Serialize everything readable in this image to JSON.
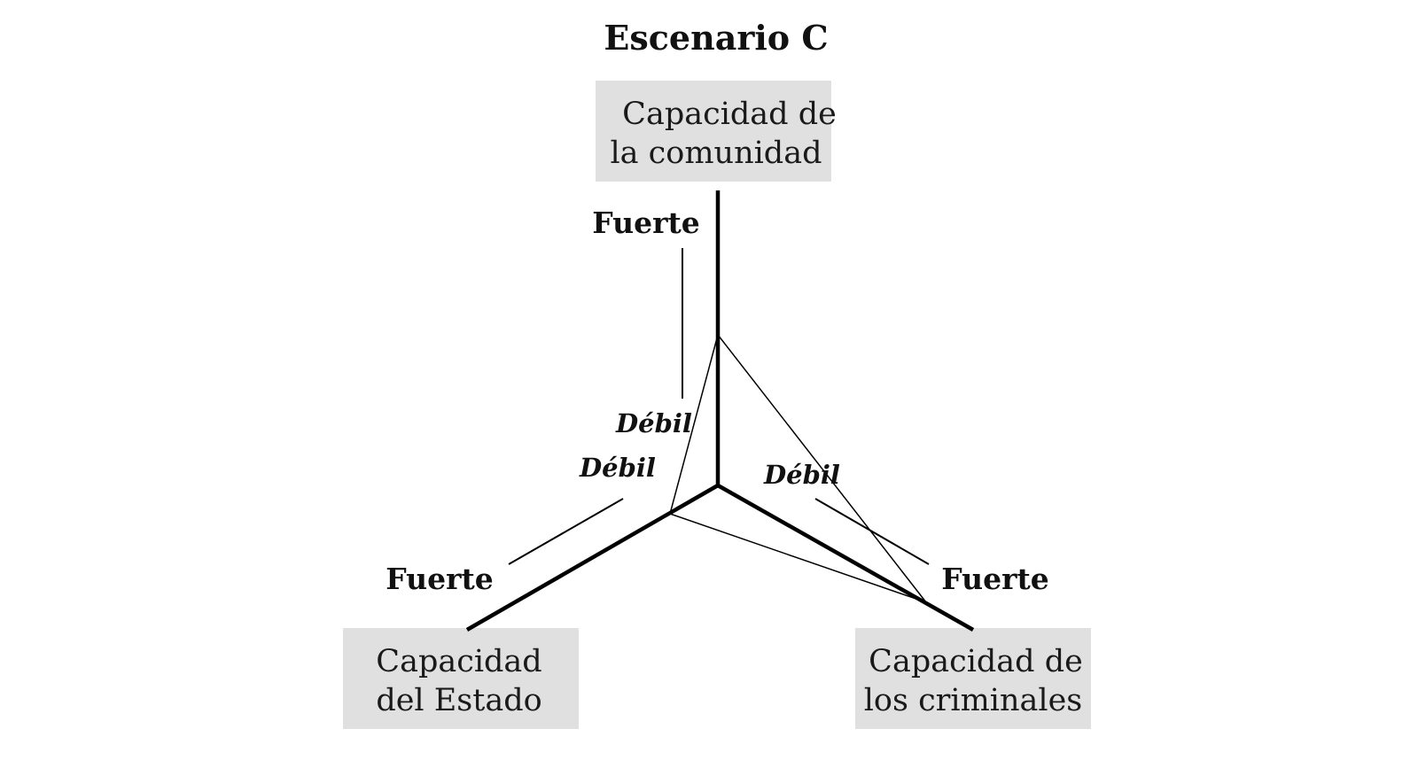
{
  "title": "Escenario C",
  "axes": {
    "community": {
      "label_lines": [
        "Capacidad de",
        "la comunidad"
      ],
      "strong_label": "Fuerte",
      "weak_label": "Débil"
    },
    "state": {
      "label_lines": [
        "Capacidad",
        "del Estado"
      ],
      "strong_label": "Fuerte",
      "weak_label": "Débil"
    },
    "criminals": {
      "label_lines": [
        "Capacidad de",
        "los criminales"
      ],
      "strong_label": "Fuerte",
      "weak_label": "Débil"
    }
  },
  "colors": {
    "box_fill": "#e0e0e0",
    "line": "#000000"
  }
}
